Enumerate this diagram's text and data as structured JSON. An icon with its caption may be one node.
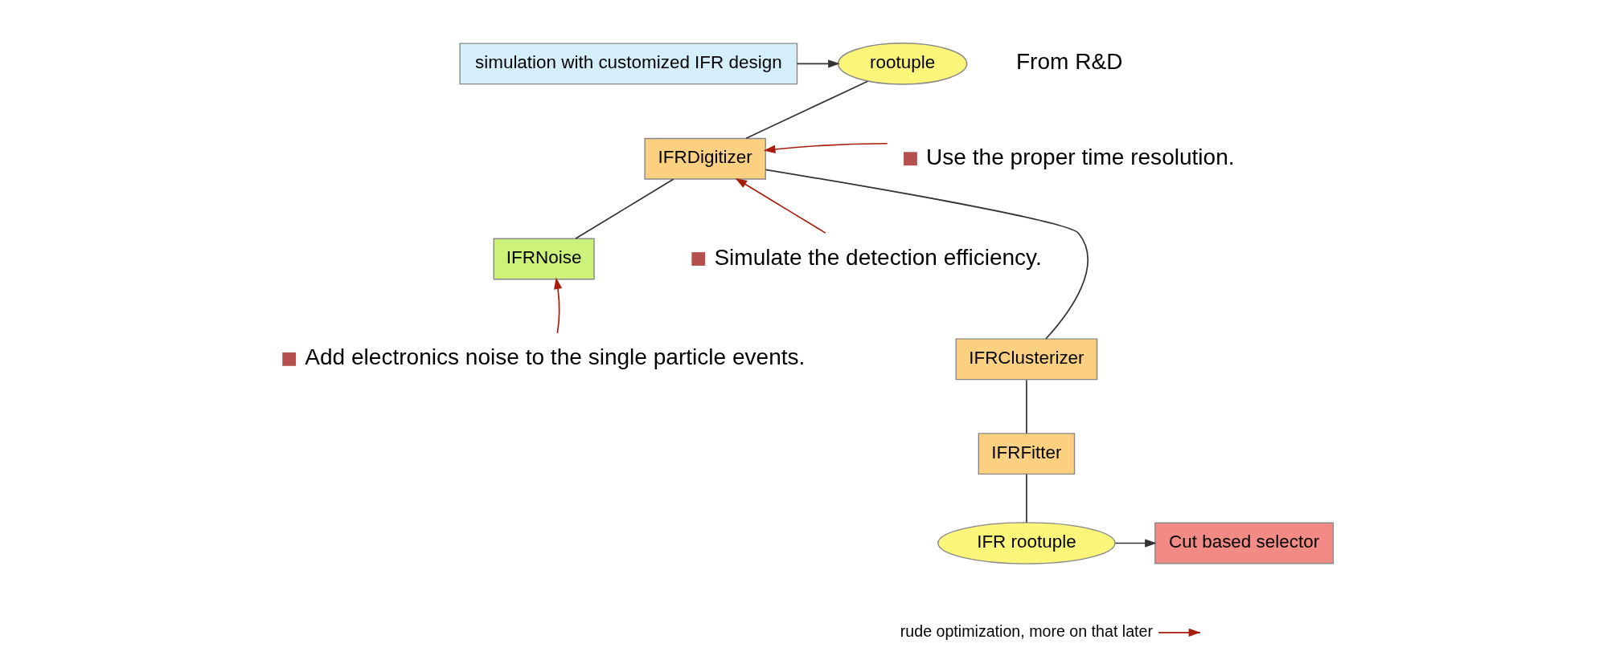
{
  "diagram": {
    "nodes": [
      {
        "text": [
          "rootuple"
        ]
      },
      {
        "text": [
          "simulation with customized IFR design"
        ]
      },
      {
        "text": [
          "IFRDigitizer"
        ]
      },
      {
        "text": [
          "IFRNoise"
        ]
      },
      {
        "text": [
          "IFRClusterizer"
        ]
      },
      {
        "text": [
          "IFRFitter"
        ]
      },
      {
        "text": [
          "IFR rootuple"
        ]
      },
      {
        "text": [
          "Cut based selector"
        ]
      },
      {
        "text": [
          "Use the proper time resolution."
        ]
      },
      {
        "text": [
          "Simulate the detection efficiency."
        ]
      },
      {
        "text": [
          "Add electronics noise to the single particle events."
        ]
      },
      {
        "text": [
          "rude optimization, more on that later"
        ]
      }
    ],
    "edges": [
      {
        "from": 1,
        "to": 0,
        "arrow": "to"
      },
      {
        "from": 0,
        "to": 2,
        "arrow": "none"
      },
      {
        "from": 2,
        "to": 3,
        "arrow": "none"
      },
      {
        "from": 2,
        "to": 4,
        "arrow": "none"
      },
      {
        "from": 4,
        "to": 5,
        "arrow": "none"
      },
      {
        "from": 5,
        "to": 6,
        "arrow": "none"
      },
      {
        "from": 6,
        "to": 7,
        "arrow": "to"
      },
      {
        "from": 8,
        "to": 2,
        "arrow": "to",
        "color": "#a81c0c"
      },
      {
        "from": 9,
        "to": 2,
        "arrow": "to",
        "color": "#a81c0c"
      },
      {
        "from": 10,
        "to": 3,
        "arrow": "to",
        "color": "#a81c0c"
      },
      {
        "from": 11,
        "to": null,
        "arrow": "to",
        "color": "#a81c0c"
      }
    ],
    "labels": [
      "From R&D"
    ]
  }
}
